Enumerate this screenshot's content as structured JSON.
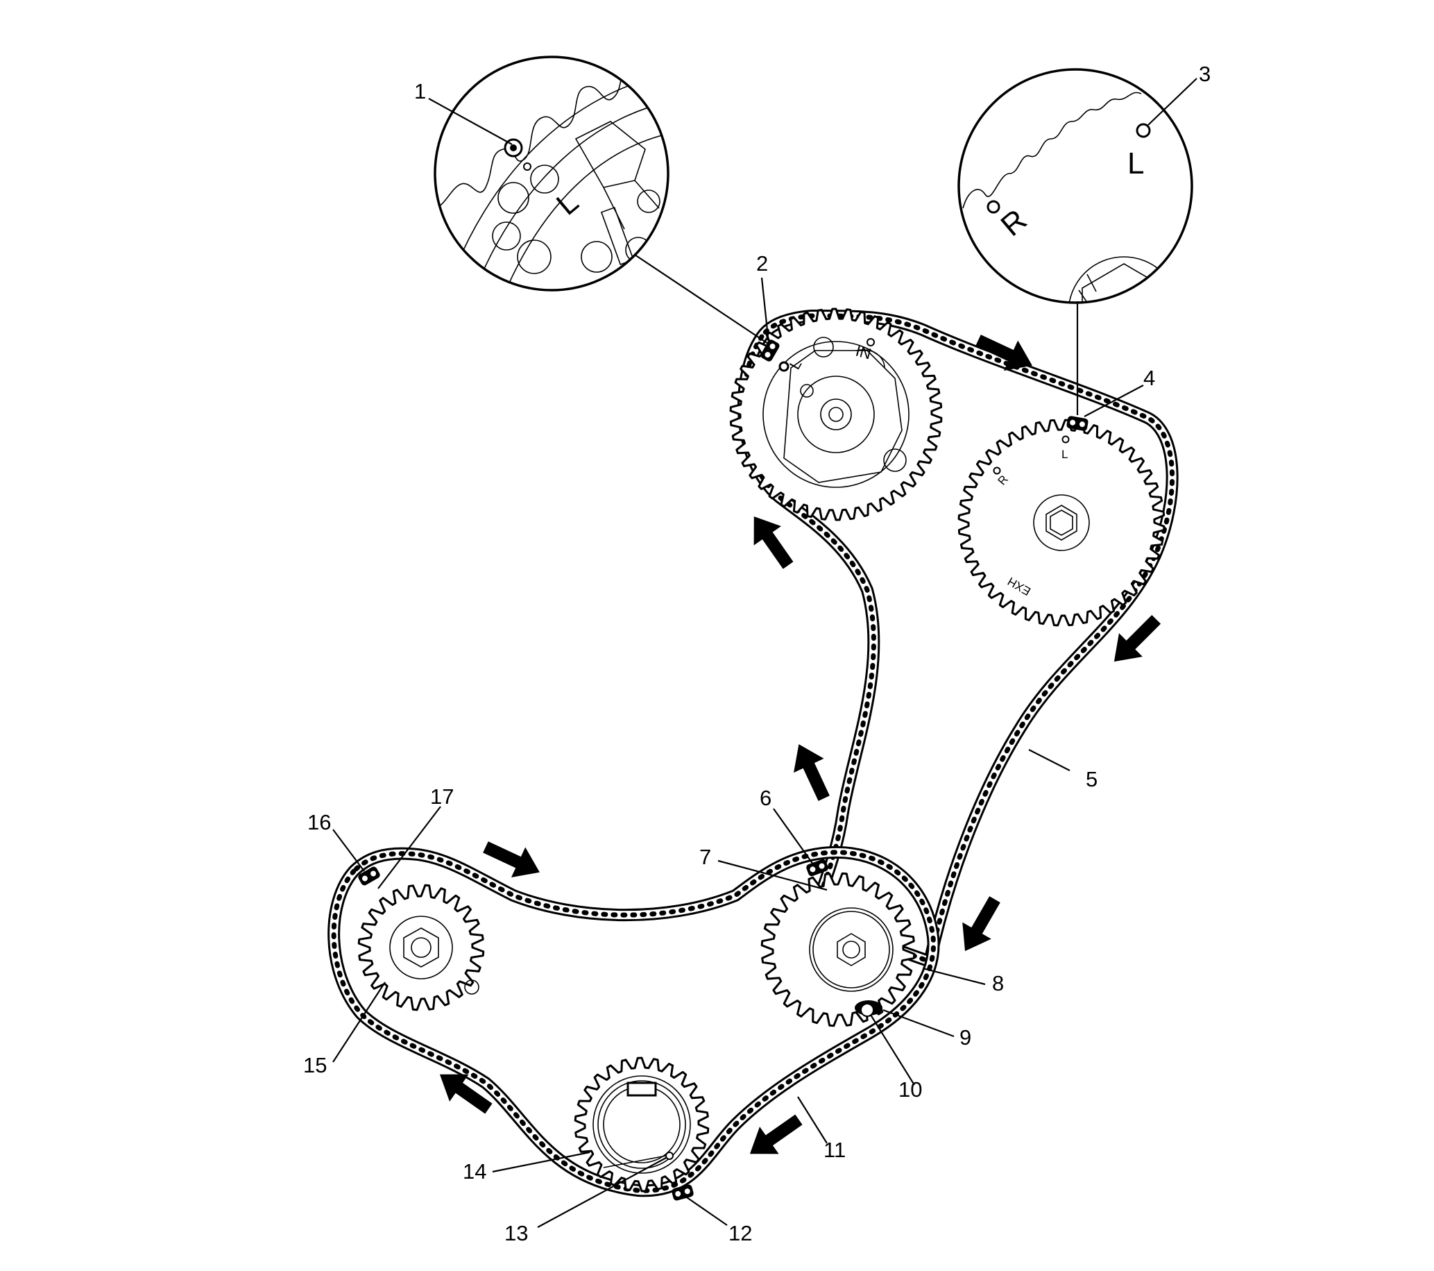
{
  "callouts": [
    {
      "id": "1",
      "label": "1"
    },
    {
      "id": "2",
      "label": "2"
    },
    {
      "id": "3",
      "label": "3"
    },
    {
      "id": "4",
      "label": "4"
    },
    {
      "id": "5",
      "label": "5"
    },
    {
      "id": "6",
      "label": "6"
    },
    {
      "id": "7",
      "label": "7"
    },
    {
      "id": "8",
      "label": "8"
    },
    {
      "id": "9",
      "label": "9"
    },
    {
      "id": "10",
      "label": "10"
    },
    {
      "id": "11",
      "label": "11"
    },
    {
      "id": "12",
      "label": "12"
    },
    {
      "id": "13",
      "label": "13"
    },
    {
      "id": "14",
      "label": "14"
    },
    {
      "id": "15",
      "label": "15"
    },
    {
      "id": "16",
      "label": "16"
    },
    {
      "id": "17",
      "label": "17"
    }
  ],
  "markings": {
    "detail1_L": "L",
    "detail3_L": "L",
    "detail3_R": "R",
    "intake_IN": "IN",
    "intake_L": "L",
    "exhaust_L": "L",
    "exhaust_R": "R",
    "exhaust_EXH": "EXH"
  }
}
